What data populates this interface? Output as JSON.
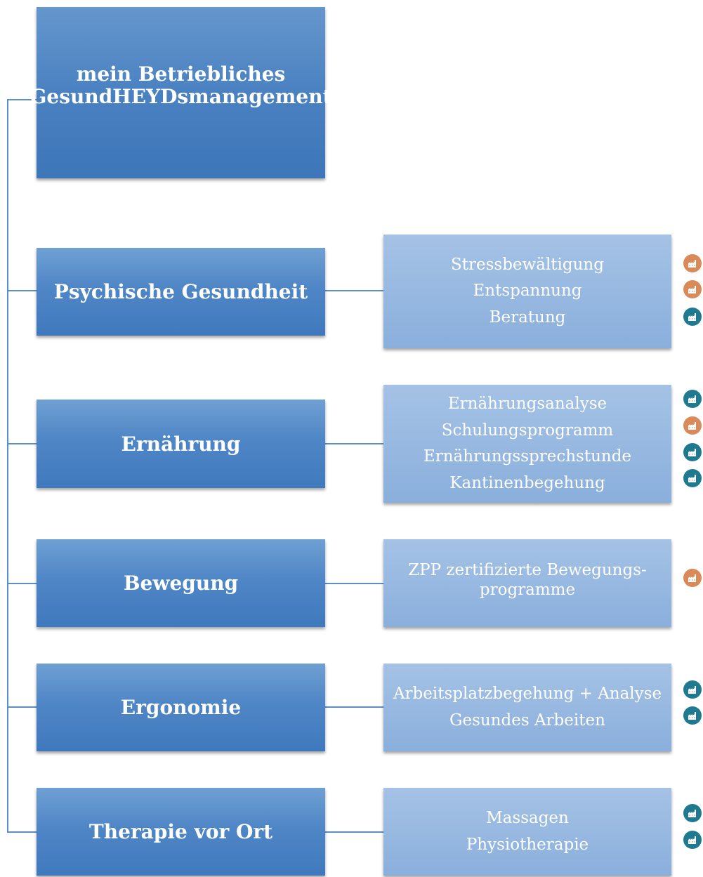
{
  "root": {
    "title": "mein Betriebliches GesundHEYDsmanagement"
  },
  "categories": [
    {
      "label": "Psychische Gesundheit",
      "items": [
        "Stressbewältigung",
        "Entspannung",
        "Beratung"
      ],
      "icons": [
        "orange",
        "orange",
        "teal"
      ]
    },
    {
      "label": "Ernährung",
      "items": [
        "Ernährungsanalyse",
        "Schulungsprogramm",
        "Ernährungssprechstunde",
        "Kantinenbegehung"
      ],
      "icons": [
        "teal",
        "orange",
        "teal",
        "teal"
      ]
    },
    {
      "label": "Bewegung",
      "items": [
        "ZPP zertifizierte Bewegungs-programme"
      ],
      "icons": [
        "orange"
      ]
    },
    {
      "label": "Ergonomie",
      "items": [
        "Arbeitsplatzbegehung + Analyse",
        "Gesundes Arbeiten"
      ],
      "icons": [
        "teal",
        "teal"
      ]
    },
    {
      "label": "Therapie vor Ort",
      "items": [
        "Massagen",
        "Physiotherapie"
      ],
      "icons": [
        "teal",
        "teal"
      ]
    }
  ],
  "icon_name": "factory-icon",
  "colors": {
    "main": "#4f86c6",
    "sub": "#9ab9e1",
    "connector": "#5b8fc7",
    "orange": "#d98a58",
    "teal": "#1f7a91"
  }
}
